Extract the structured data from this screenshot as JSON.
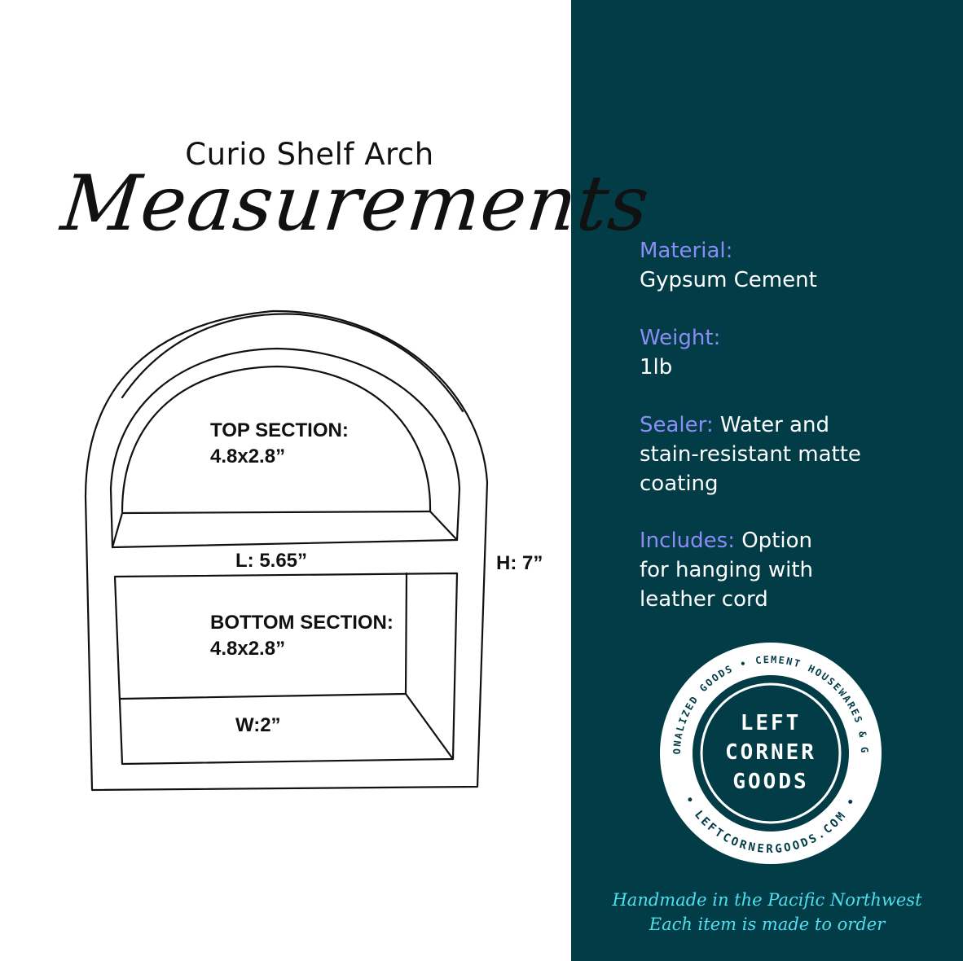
{
  "header": {
    "subtitle": "Curio Shelf Arch",
    "title": "Measurements"
  },
  "diagram": {
    "top_section_label": "TOP SECTION:",
    "top_section_size": "4.8x2.8”",
    "length_label": "L: 5.65”",
    "height_label": "H: 7”",
    "bottom_section_label": "BOTTOM SECTION:",
    "bottom_section_size": "4.8x2.8”",
    "width_label": "W:2”"
  },
  "specs": {
    "material_label": "Material:",
    "material_value": "Gypsum Cement",
    "weight_label": "Weight:",
    "weight_value": "1lb",
    "sealer_label": "Sealer:",
    "sealer_value_1": "Water and",
    "sealer_value_2": "stain-resistant matte",
    "sealer_value_3": "coating",
    "includes_label": "Includes:",
    "includes_value_1": "Option",
    "includes_value_2": "for hanging with",
    "includes_value_3": "leather cord"
  },
  "badge": {
    "line1": "LEFT",
    "line2": "CORNER",
    "line3": "GOODS",
    "ring_top": "PERSONALIZED GOODS • CEMENT HOUSEWARES & GIFTS",
    "ring_bottom": "• LEFTCORNERGOODS.COM •"
  },
  "footer": {
    "line1": "Handmade in the Pacific Northwest",
    "line2": "Each item is made to order"
  },
  "colors": {
    "panel": "#023c47",
    "accent": "#8c8cf5",
    "footer_text": "#4fe0f0"
  }
}
